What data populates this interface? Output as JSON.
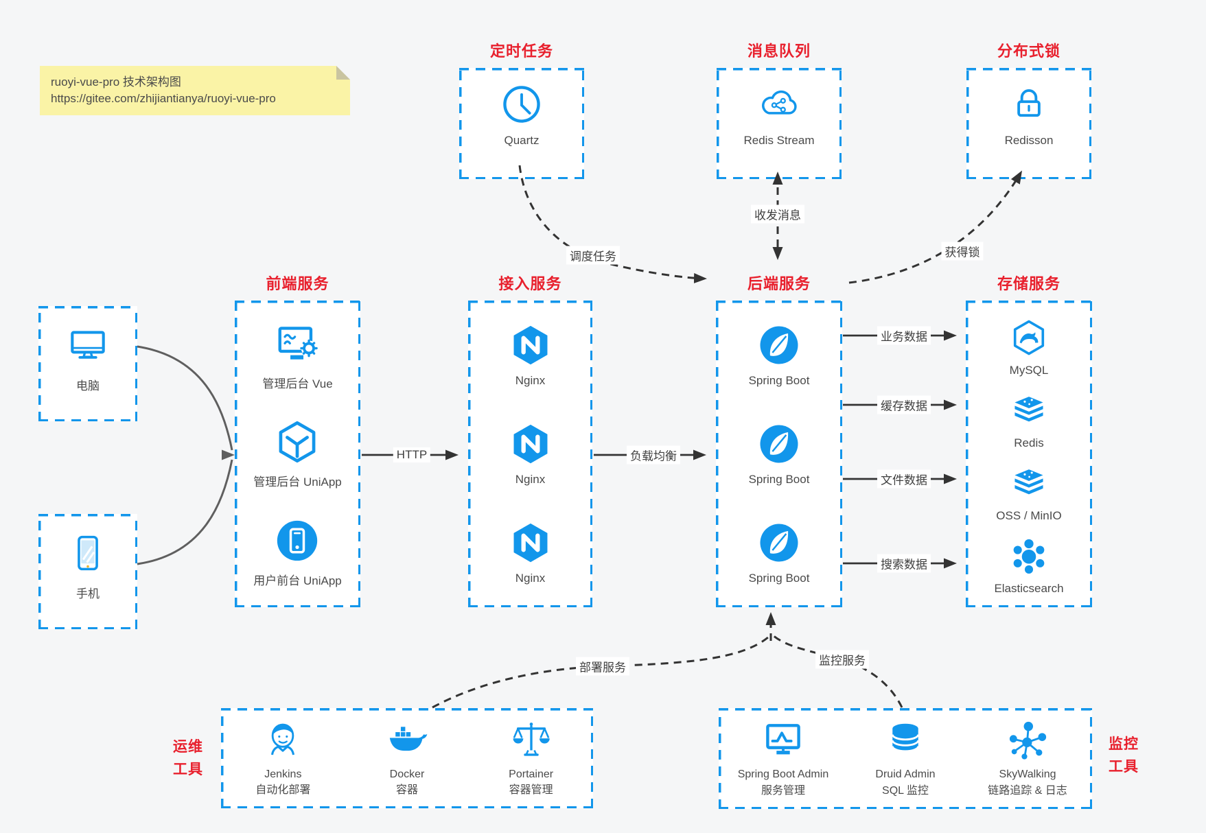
{
  "note": {
    "line1": "ruoyi-vue-pro 技术架构图",
    "line2": "https://gitee.com/zhijiantianya/ruoyi-vue-pro"
  },
  "top_groups": [
    {
      "title": "定时任务",
      "icon": "clock-icon",
      "label": "Quartz"
    },
    {
      "title": "消息队列",
      "icon": "cloud-stream-icon",
      "label": "Redis Stream"
    },
    {
      "title": "分布式锁",
      "icon": "lock-icon",
      "label": "Redisson"
    }
  ],
  "devices": [
    {
      "icon": "desktop-icon",
      "label": "电脑"
    },
    {
      "icon": "smartphone-icon",
      "label": "手机"
    }
  ],
  "columns": [
    {
      "title": "前端服务",
      "items": [
        {
          "icon": "admin-vue-icon",
          "label": "管理后台 Vue"
        },
        {
          "icon": "uniapp-cube-icon",
          "label": "管理后台 UniApp"
        },
        {
          "icon": "user-app-icon",
          "label": "用户前台 UniApp"
        }
      ]
    },
    {
      "title": "接入服务",
      "items": [
        {
          "icon": "nginx-icon",
          "label": "Nginx"
        },
        {
          "icon": "nginx-icon",
          "label": "Nginx"
        },
        {
          "icon": "nginx-icon",
          "label": "Nginx"
        }
      ]
    },
    {
      "title": "后端服务",
      "items": [
        {
          "icon": "spring-boot-icon",
          "label": "Spring Boot"
        },
        {
          "icon": "spring-boot-icon",
          "label": "Spring Boot"
        },
        {
          "icon": "spring-boot-icon",
          "label": "Spring Boot"
        }
      ]
    },
    {
      "title": "存储服务",
      "items": [
        {
          "icon": "mysql-icon",
          "label": "MySQL"
        },
        {
          "icon": "redis-icon",
          "label": "Redis"
        },
        {
          "icon": "storage-stack-icon",
          "label": "OSS / MinIO"
        },
        {
          "icon": "elasticsearch-icon",
          "label": "Elasticsearch"
        }
      ]
    }
  ],
  "bottom_groups": [
    {
      "title": [
        "运维",
        "工具"
      ],
      "items": [
        {
          "icon": "jenkins-icon",
          "line1": "Jenkins",
          "line2": "自动化部署"
        },
        {
          "icon": "docker-icon",
          "line1": "Docker",
          "line2": "容器"
        },
        {
          "icon": "portainer-icon",
          "line1": "Portainer",
          "line2": "容器管理"
        }
      ]
    },
    {
      "title": [
        "监控",
        "工具"
      ],
      "items": [
        {
          "icon": "spring-boot-admin-icon",
          "line1": "Spring Boot Admin",
          "line2": "服务管理"
        },
        {
          "icon": "druid-icon",
          "line1": "Druid Admin",
          "line2": "SQL 监控"
        },
        {
          "icon": "skywalking-icon",
          "line1": "SkyWalking",
          "line2": "链路追踪 & 日志"
        }
      ]
    }
  ],
  "edge_labels": {
    "http": "HTTP",
    "load_balance": "负载均衡",
    "schedule": "调度任务",
    "message": "收发消息",
    "lock": "获得锁",
    "business_data": "业务数据",
    "cache_data": "缓存数据",
    "file_data": "文件数据",
    "search_data": "搜索数据",
    "deploy": "部署服务",
    "monitor": "监控服务"
  },
  "colors": {
    "accent_blue": "#1296eb",
    "red": "#e8202d",
    "note_bg": "#faf3a6",
    "arrow_dark": "#333333",
    "device_curve": "#5f5f5f"
  }
}
